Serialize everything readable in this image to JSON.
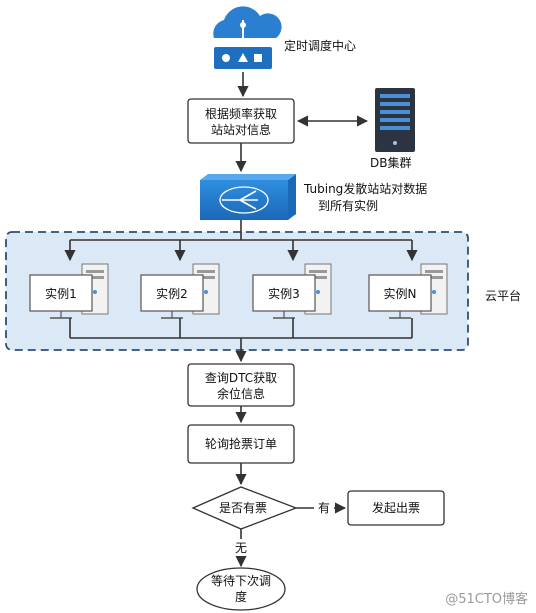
{
  "nodes": {
    "scheduler_label": "定时调度中心",
    "fetch_station_pairs": [
      "根据频率获取",
      "站站对信息"
    ],
    "db_cluster_label": "DB集群",
    "tubing_broadcast": [
      "Tubing发散站站对数据",
      "到所有实例"
    ],
    "instances": [
      "实例1",
      "实例2",
      "实例3",
      "实例N"
    ],
    "cloud_platform_label": "云平台",
    "query_dtc": [
      "查询DTC获取",
      "余位信息"
    ],
    "poll_orders": "轮询抢票订单",
    "has_ticket_decision": "是否有票",
    "yes_label": "有",
    "issue_ticket": "发起出票",
    "no_label": "无",
    "wait_next": [
      "等待下次调",
      "度"
    ]
  },
  "watermark": "@51CTO博客",
  "colors": {
    "accent_blue": "#2a7fd0",
    "cloud_group_fill": "#dbe9f6",
    "cloud_group_border": "#2d4f75",
    "line": "#333333"
  }
}
